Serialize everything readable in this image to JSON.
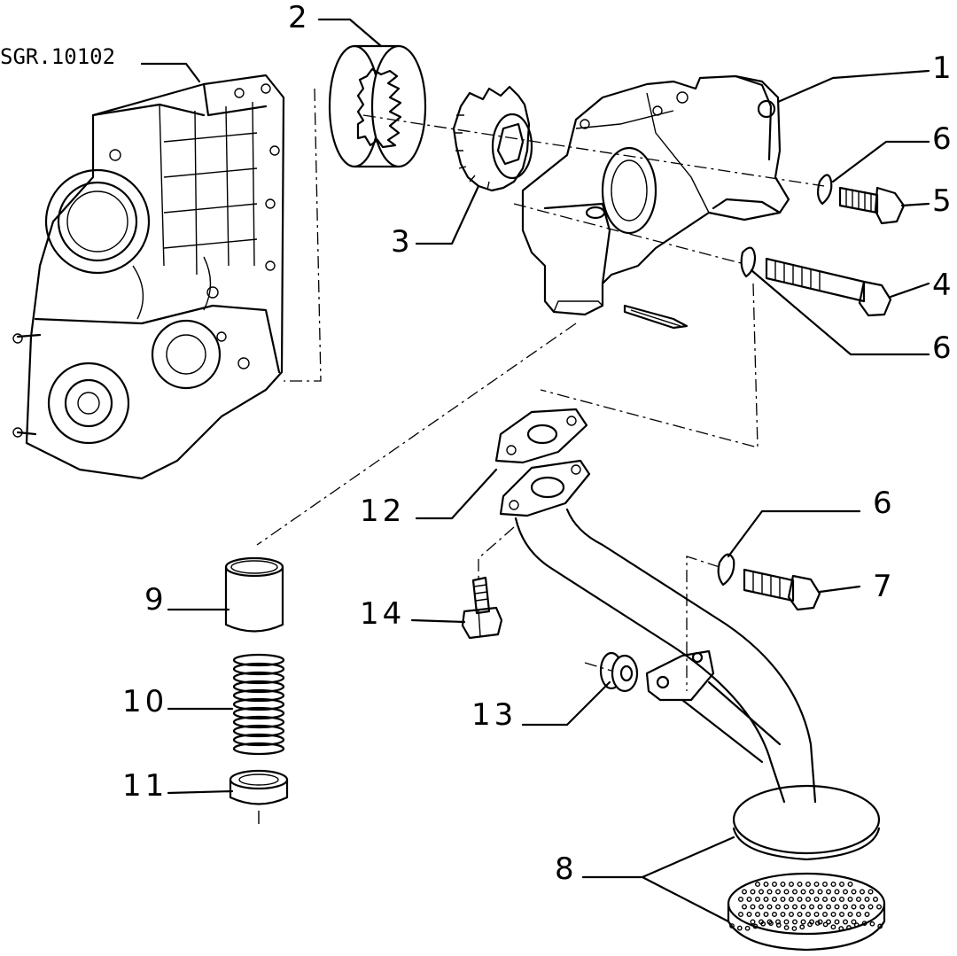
{
  "drawing_ref": "SGR.10102",
  "callouts": [
    {
      "num": "1",
      "part": "oil-pump-body"
    },
    {
      "num": "2",
      "part": "outer-rotor"
    },
    {
      "num": "3",
      "part": "inner-rotor-gear"
    },
    {
      "num": "4",
      "part": "long-bolt"
    },
    {
      "num": "5",
      "part": "short-bolt"
    },
    {
      "num": "6",
      "part": "lock-washer-a"
    },
    {
      "num": "6",
      "part": "lock-washer-b"
    },
    {
      "num": "6",
      "part": "lock-washer-c"
    },
    {
      "num": "7",
      "part": "bracket-bolt"
    },
    {
      "num": "8",
      "part": "strainer-and-screen"
    },
    {
      "num": "9",
      "part": "relief-valve-plunger"
    },
    {
      "num": "10",
      "part": "relief-valve-spring"
    },
    {
      "num": "11",
      "part": "spring-seat-cup"
    },
    {
      "num": "12",
      "part": "gaskets"
    },
    {
      "num": "13",
      "part": "rubber-grommet"
    },
    {
      "num": "14",
      "part": "stud"
    }
  ]
}
